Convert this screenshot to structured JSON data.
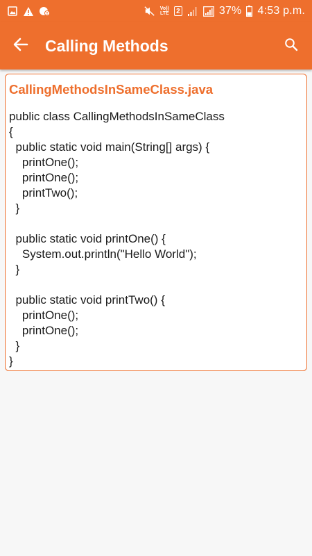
{
  "status_bar": {
    "volte_line1": "Vo))",
    "volte_line2": "LTE",
    "sim_badge": "2",
    "battery": "37%",
    "time": "4:53 p.m."
  },
  "app_bar": {
    "title": "Calling Methods"
  },
  "card": {
    "file_name": "CallingMethodsInSameClass.java",
    "code_lines": [
      "public class CallingMethodsInSameClass",
      "{",
      "  public static void main(String[] args) {",
      "    printOne();",
      "    printOne();",
      "    printTwo();",
      "  }",
      "",
      "  public static void printOne() {",
      "    System.out.println(\"Hello World\");",
      "  }",
      "",
      "  public static void printTwo() {",
      "    printOne();",
      "    printOne();",
      "  }",
      "}"
    ]
  },
  "colors": {
    "accent": "#ee6f2d",
    "background": "#f7f7f7",
    "card": "#ffffff",
    "text": "#1a1a1a"
  },
  "icons": {
    "status_left": [
      "gallery-icon",
      "warning-icon",
      "sync-alert-icon"
    ],
    "status_right": [
      "mute-icon",
      "volte-icon",
      "sim-2-icon",
      "signal-icon",
      "battery-icon"
    ],
    "app_bar": [
      "back-arrow-icon",
      "search-icon"
    ]
  }
}
